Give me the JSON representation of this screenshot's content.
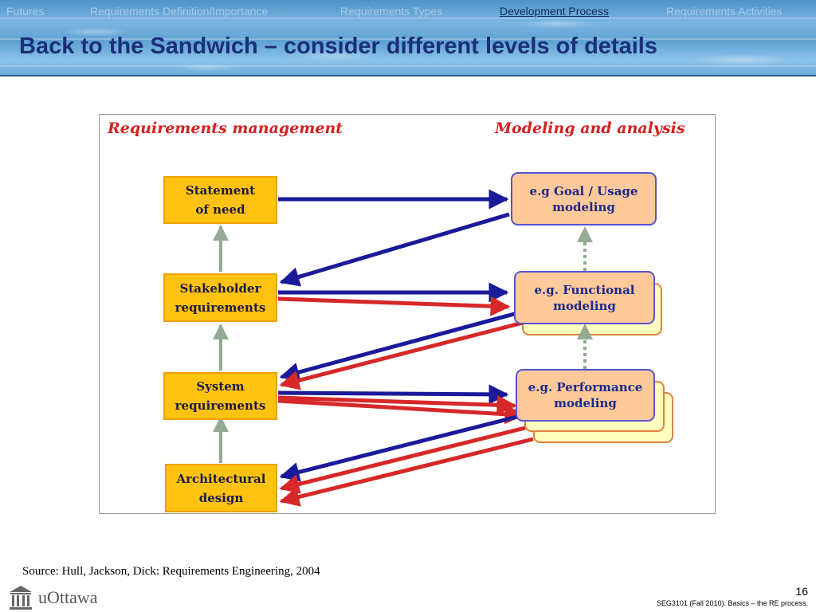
{
  "nav": {
    "items": [
      "Futures",
      "Requirements Definition/Importance",
      "Requirements Types",
      "Development Process",
      "Requirements Activities"
    ],
    "active": "Development Process"
  },
  "slide": {
    "title": "Back to the Sandwich – consider different levels of details",
    "source": "Source: Hull, Jackson, Dick: Requirements Engineering, 2004",
    "page_number": "16",
    "course": "SEG3101 (Fall 2010).   Basics – the RE process."
  },
  "logo": {
    "text": "uOttawa",
    "icon": "university-building-icon"
  },
  "diagram": {
    "left_heading": "Requirements management",
    "right_heading": "Modeling and analysis",
    "left_boxes": [
      "Statement\nof need",
      "Stakeholder\nrequirements",
      "System\nrequirements",
      "Architectural\ndesign"
    ],
    "right_boxes": [
      "e.g Goal / Usage\nmodeling",
      "e.g. Functional\nmodeling",
      "e.g. Performance\nmodeling"
    ]
  },
  "colors": {
    "title": "#1b2f78",
    "box_fill": "#ffc20e",
    "model_fill": "#ffc99a",
    "blue_arrow": "#1a1a9a",
    "red_arrow": "#d62828",
    "grey_arrow": "#94aa94",
    "dotted_arrow": "#8aaa8a"
  }
}
